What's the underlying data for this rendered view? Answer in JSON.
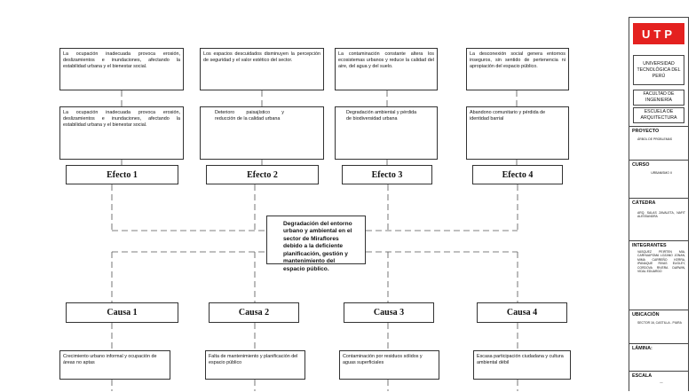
{
  "effects": {
    "consequences": [
      "La ocupación inadecuada provoca erosión, deslizamientos e inundaciones, afectando la estabilidad urbana y el bienestar social.",
      "Los espacios descuidados disminuyen la percepción de seguridad y el valor estético del sector.",
      "La contaminación constante altera los ecosistemas urbanos y reduce la calidad del aire, del agua y del suelo.",
      "La desconexión social genera entornos inseguros, sin sentido de pertenencia ni apropiación del espacio público."
    ],
    "items": [
      "La ocupación inadecuada provoca erosión, deslizamientos e inundaciones, afectando la estabilidad urbana y el bienestar social.",
      "Deterioro paisajístico y reducción de la calidad urbana",
      "Degradación ambiental y pérdida de biodiversidad urbana",
      "Abandono comunitario y pérdida de identidad barrial"
    ],
    "labels": [
      "Efecto 1",
      "Efecto 2",
      "Efecto 3",
      "Efecto 4"
    ]
  },
  "central_problem": "Degradación del entorno urbano y ambiental en el sector de Miraflores debido a la deficiente planificación, gestión y mantenimiento del espacio público.",
  "causes": {
    "labels": [
      "Causa 1",
      "Causa 2",
      "Causa 3",
      "Causa 4"
    ],
    "items": [
      "Crecimiento urbano informal y ocupación de áreas no aptas",
      "Falta de mantenimiento y planificación del espacio público",
      "Contaminación por residuos sólidos y aguas superficiales",
      "Escasa participación ciudadana y cultura ambiental débil"
    ]
  },
  "title_block": {
    "logo": "UTP",
    "university": "UNIVERSIDAD TECNOLÓGICA DEL PERÚ",
    "faculty": "FACULTAD DE INGENIERÍA",
    "school": "ESCUELA DE ARQUITECTURA",
    "proyecto_label": "PROYECTO",
    "proyecto_value": "ÁRBOL DE PROBLEMAS",
    "curso_label": "CURSO",
    "curso_value": "URBANISMO II",
    "catedra_label": "CÁTEDRA",
    "catedra_value": "ARQ. SALAS ZAVALETA, NAFIT ALESSANDRA",
    "integrantes_label": "INTEGRANTES",
    "integrantes_value": "VASQUEZ PEIRTEN MIA, CARHUAPOMA LOZANO JONAN, MIMA CARREÑO KERRA, IPANAQUE RIVAS EUGLEY, CORDOVA RIVERA DARWIN, VIDAL EDUARDO",
    "ubicacion_label": "UBICACIÓN",
    "ubicacion_value": "SECTOR 16, CASTILLA - PIURA",
    "lamina_label": "LÁMINA:",
    "escala_label": "ESCALA",
    "escala_value": "—"
  }
}
